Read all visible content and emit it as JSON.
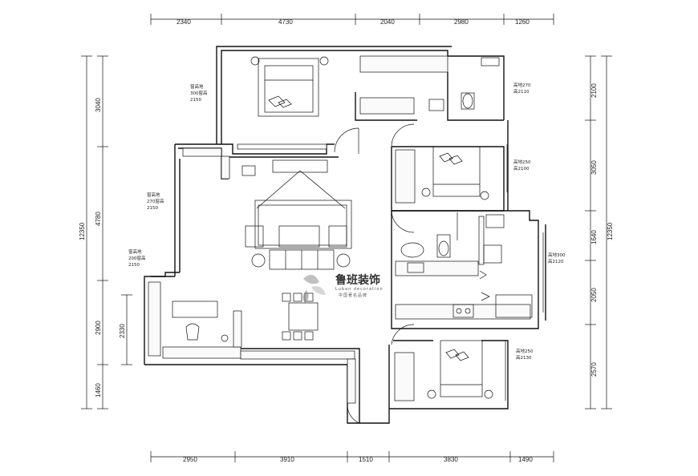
{
  "dimensions": {
    "top": [
      "2340",
      "4730",
      "2040",
      "2980",
      "1260"
    ],
    "bottom": [
      "2950",
      "3910",
      "1510",
      "3830",
      "1490"
    ],
    "left_outer": [
      "3040",
      "4780",
      "2900",
      "1460"
    ],
    "left_total": "12350",
    "left_inner": "2330",
    "right_outer": [
      "2100",
      "3050",
      "1640",
      "2050",
      "2570"
    ],
    "right_total": "12350"
  },
  "annotations": {
    "master_bedroom": [
      "窗高地",
      "300窗高",
      "2150"
    ],
    "living": [
      "窗高地",
      "270窗高",
      "2150"
    ],
    "study": [
      "窗高地",
      "200窗高",
      "2150"
    ],
    "bath": [
      "高地270",
      "高2110"
    ],
    "bedroom2": [
      "高地250",
      "高2100"
    ],
    "kitchen": [
      "高地300",
      "高2120"
    ],
    "bedroom3": [
      "高地250",
      "高2130"
    ]
  },
  "brand": {
    "name": "鲁班装饰",
    "sub": "Luban decoration",
    "slogan": "中国著名品牌"
  }
}
